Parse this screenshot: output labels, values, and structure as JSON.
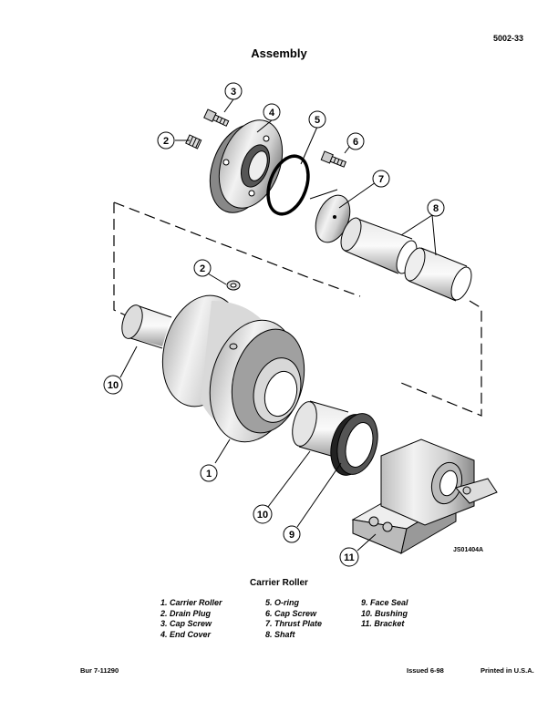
{
  "header": {
    "page_number": "5002-33",
    "title": "Assembly"
  },
  "figure": {
    "code": "JS01404A",
    "caption": "Carrier Roller",
    "callouts": [
      "1",
      "2",
      "3",
      "4",
      "5",
      "6",
      "7",
      "8",
      "9",
      "10",
      "11"
    ]
  },
  "legend": {
    "col1": [
      "1. Carrier Roller",
      "2. Drain Plug",
      "3. Cap Screw",
      "4. End Cover"
    ],
    "col2": [
      "5. O-ring",
      "6. Cap Screw",
      "7. Thrust Plate",
      "8. Shaft"
    ],
    "col3": [
      "9. Face Seal",
      "10. Bushing",
      "11. Bracket"
    ]
  },
  "footer": {
    "left": "Bur 7-11290",
    "issued": "Issued 6-98",
    "printed": "Printed in U.S.A."
  }
}
